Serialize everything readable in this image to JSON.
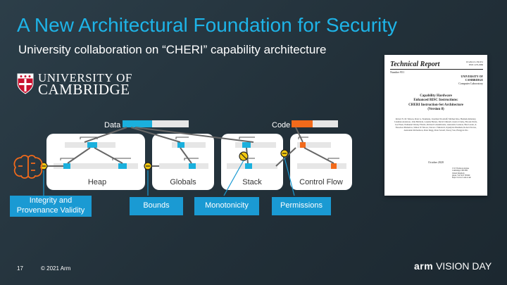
{
  "slide": {
    "title": "A New Architectural Foundation for Security",
    "subtitle": "University collaboration on “CHERI” capability architecture",
    "page_number": "17",
    "copyright": "© 2021 Arm",
    "brand": "arm",
    "event": "VISION DAY"
  },
  "university": {
    "line1": "UNIVERSITY OF",
    "line2": "CAMBRIDGE"
  },
  "diagram": {
    "data_label": "Data",
    "code_label": "Code",
    "regions": [
      "Heap",
      "Globals",
      "Stack",
      "Control Flow"
    ],
    "colors": {
      "data": "#1ab0dd",
      "code": "#f26a1b",
      "capability": "#f2c811",
      "tag": "#1a9ad3"
    }
  },
  "tags": {
    "integrity": [
      "Integrity and",
      "Provenance Validity"
    ],
    "bounds": "Bounds",
    "monotonicity": "Monotonicity",
    "permissions": "Permissions"
  },
  "report": {
    "title": "Technical Report",
    "number": "Number 951",
    "meta": [
      "UCAM-CL-TR-951",
      "ISSN 1476-2986"
    ],
    "publisher": [
      "UNIVERSITY OF",
      "CAMBRIDGE",
      "Computer Laboratory"
    ],
    "doc_title": [
      "Capability Hardware",
      "Enhanced RISC Instructions:",
      "CHERI Instruction-Set Architecture",
      "(Version 8)"
    ],
    "authors": "Robert N. M. Watson, Peter G. Neumann, Jonathan Woodruff, Michael Roe, Hesham Almatary, Jonathan Anderson, John Baldwin, Graeme Barnes, David Chisnall, Jessica Clarke, Brooks Davis, Lee Eisen, Nathaniel Wesley Filardo, Richard Grisenthwaite, Alexandre Joannou, Ben Laurie, A. Theodore Markettos, Simon W. Moore, Steven J. Murdoch, Kyndylan Nienhuis, Robert Norton, Alexander Richardson, Peter Rugg, Peter Sewell, Stacey Son, Hongyan Xia",
    "date": "October 2020",
    "address": [
      "15 JJ Thomson Avenue",
      "Cambridge CB3 0FD",
      "United Kingdom",
      "phone +44 1223 763500",
      "https://www.cl.cam.ac.uk/"
    ]
  }
}
